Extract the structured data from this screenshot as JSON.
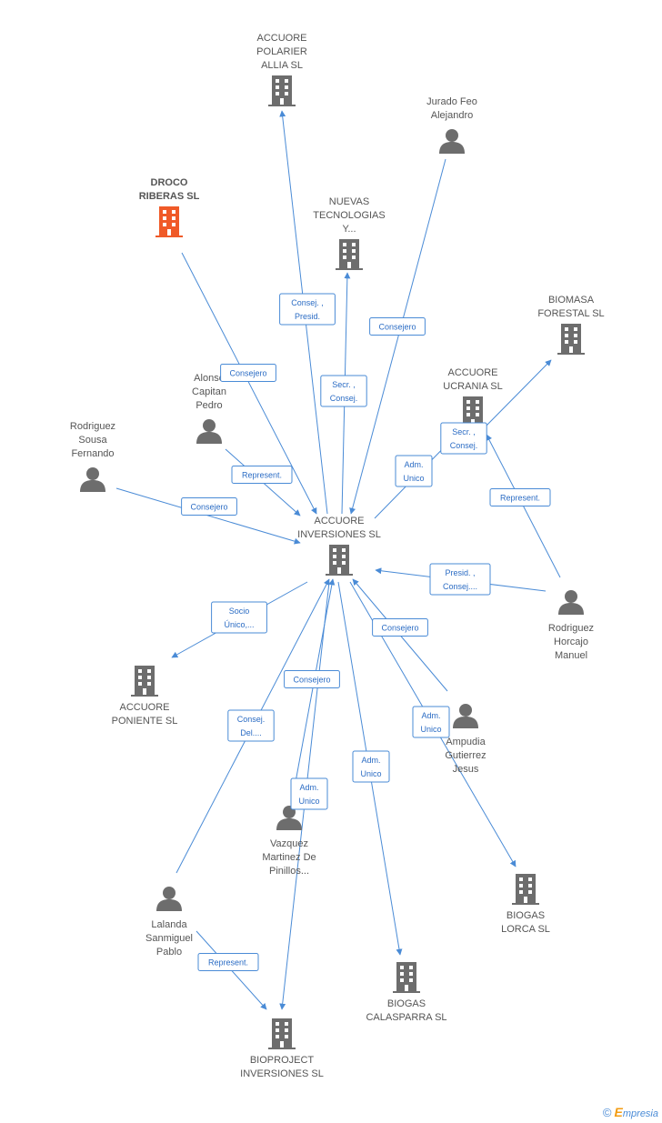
{
  "colors": {
    "edge": "#4a8bd6",
    "icon": "#6d6d6d",
    "highlight": "#f05a28"
  },
  "nodes": [
    {
      "id": "accuore_polarier",
      "type": "company",
      "label": [
        "ACCUORE",
        "POLARIER",
        "ALLIA  SL"
      ]
    },
    {
      "id": "jurado",
      "type": "person",
      "label": [
        "Jurado Feo",
        "Alejandro"
      ]
    },
    {
      "id": "droco",
      "type": "company",
      "highlight": true,
      "label": [
        "DROCO",
        "RIBERAS SL"
      ]
    },
    {
      "id": "nuevas",
      "type": "company",
      "label": [
        "NUEVAS",
        "TECNOLOGIAS",
        "Y..."
      ]
    },
    {
      "id": "biomasa",
      "type": "company",
      "label": [
        "BIOMASA",
        "FORESTAL SL"
      ]
    },
    {
      "id": "alonso",
      "type": "person",
      "label": [
        "Alonso",
        "Capitan",
        "Pedro"
      ]
    },
    {
      "id": "ucrania",
      "type": "company",
      "label": [
        "ACCUORE",
        "UCRANIA SL"
      ]
    },
    {
      "id": "rodriguez_sousa",
      "type": "person",
      "label": [
        "Rodriguez",
        "Sousa",
        "Fernando"
      ]
    },
    {
      "id": "inversiones",
      "type": "company",
      "label": [
        "ACCUORE",
        "INVERSIONES SL"
      ]
    },
    {
      "id": "rodriguez_horcajo",
      "type": "person",
      "label": [
        "Rodriguez",
        "Horcajo",
        "Manuel"
      ]
    },
    {
      "id": "poniente",
      "type": "company",
      "label": [
        "ACCUORE",
        "PONIENTE  SL"
      ]
    },
    {
      "id": "ampudia",
      "type": "person",
      "label": [
        "Ampudia",
        "Gutierrez",
        "Jesus"
      ]
    },
    {
      "id": "vazquez",
      "type": "person",
      "label": [
        "Vazquez",
        "Martinez De",
        "Pinillos..."
      ]
    },
    {
      "id": "lorca",
      "type": "company",
      "label": [
        "BIOGAS",
        "LORCA SL"
      ]
    },
    {
      "id": "lalanda",
      "type": "person",
      "label": [
        "Lalanda",
        "Sanmiguel",
        "Pablo"
      ]
    },
    {
      "id": "calasparra",
      "type": "company",
      "label": [
        "BIOGAS",
        "CALASPARRA SL"
      ]
    },
    {
      "id": "bioproject",
      "type": "company",
      "label": [
        "BIOPROJECT",
        "INVERSIONES SL"
      ]
    }
  ],
  "edges": [
    {
      "from": "inversiones",
      "to": "accuore_polarier",
      "label": [
        "Consej. ,",
        "Presid."
      ]
    },
    {
      "from": "inversiones",
      "to": "nuevas",
      "label": [
        "Secr. ,",
        "Consej."
      ]
    },
    {
      "from": "jurado",
      "to": "inversiones",
      "label": [
        "Consejero"
      ]
    },
    {
      "from": "droco",
      "to": "inversiones",
      "label": [
        "Consejero"
      ]
    },
    {
      "from": "alonso",
      "to": "inversiones",
      "label": [
        "Represent."
      ]
    },
    {
      "from": "rodriguez_sousa",
      "to": "inversiones",
      "label": [
        "Consejero"
      ]
    },
    {
      "from": "inversiones",
      "to": "ucrania",
      "label": [
        "Adm.",
        "Unico"
      ]
    },
    {
      "from": "ucrania",
      "to": "biomasa",
      "label": [
        "Secr. ,",
        "Consej."
      ]
    },
    {
      "from": "rodriguez_horcajo",
      "to": "ucrania",
      "label": [
        "Represent."
      ]
    },
    {
      "from": "rodriguez_horcajo",
      "to": "inversiones",
      "label": [
        "Presid. ,",
        "Consej...."
      ]
    },
    {
      "from": "inversiones",
      "to": "poniente",
      "label": [
        "Socio",
        "Único,..."
      ]
    },
    {
      "from": "ampudia",
      "to": "inversiones",
      "label": [
        "Consejero"
      ]
    },
    {
      "from": "inversiones",
      "to": "lorca",
      "label": [
        "Adm.",
        "Unico"
      ]
    },
    {
      "from": "vazquez",
      "to": "inversiones",
      "label": [
        "Consejero"
      ]
    },
    {
      "from": "lalanda",
      "to": "inversiones",
      "label": [
        "Consej.",
        "Del...."
      ]
    },
    {
      "from": "inversiones",
      "to": "bioproject",
      "label": [
        "Adm.",
        "Unico"
      ]
    },
    {
      "from": "inversiones",
      "to": "calasparra",
      "label": [
        "Adm.",
        "Unico"
      ]
    },
    {
      "from": "lalanda",
      "to": "bioproject",
      "label": [
        "Represent."
      ]
    }
  ],
  "footer": {
    "copyright": "©",
    "brand_initial": "E",
    "brand_rest": "mpresia"
  }
}
